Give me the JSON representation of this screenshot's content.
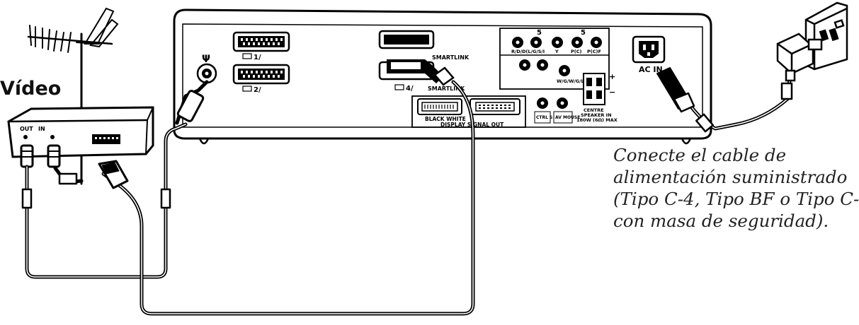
{
  "video_label": "Vídeo",
  "caption": {
    "lines": [
      "Conecte el cable de",
      "alimentación suministrado",
      "(Tipo C-4, Tipo BF o Tipo C-",
      "con masa de seguridad)."
    ]
  },
  "vcr": {
    "out_label": "OUT",
    "in_label": "IN"
  },
  "tv_panel": {
    "scart1_label": "1/",
    "scart2_label": "2/",
    "smartlink_label": "SMARTLINK",
    "scart4_label": "4/",
    "smartlink_label_2": "SMARTLINK",
    "antenna_symbol": "Ψ",
    "av5_top_label_a": "5",
    "av5_top_label_b": "5",
    "component_labels": [
      "R/D/D(L/G/S/I",
      "Y",
      "P(C)",
      "P(C)F"
    ],
    "wg_label": "W/G/W/G/L-G/S/I",
    "black_white_label": "BLACK WHITE",
    "display_signal_out_label": "DISPLAY SIGNAL OUT",
    "ctrl_label": "CTRL S",
    "av_mouse_label": "AV MOUSE",
    "centre_label": "CENTRE",
    "speaker_label": "SPEAKER IN",
    "watt_label": "180W (6Ω) MAX",
    "ac_in_label": "AC IN"
  }
}
